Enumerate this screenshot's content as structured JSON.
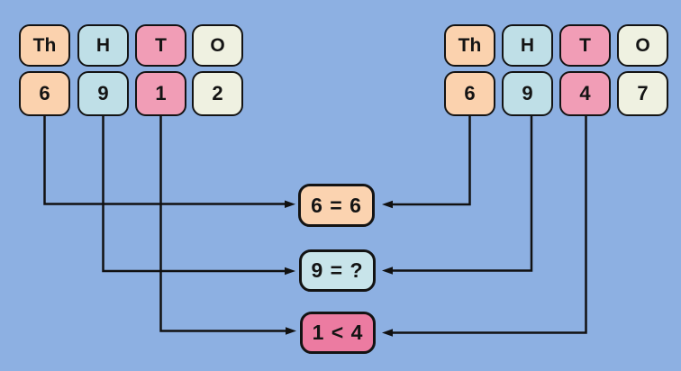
{
  "left_number": {
    "value": "6912",
    "place_headers": [
      "Th",
      "H",
      "T",
      "O"
    ],
    "digits": [
      "6",
      "9",
      "1",
      "2"
    ]
  },
  "right_number": {
    "value": "6947",
    "place_headers": [
      "Th",
      "H",
      "T",
      "O"
    ],
    "digits": [
      "6",
      "9",
      "4",
      "7"
    ]
  },
  "comparisons": [
    {
      "label": "6 = 6",
      "place": "thousands"
    },
    {
      "label": "9 = ?",
      "place": "hundreds"
    },
    {
      "label": "1 < 4",
      "place": "tens"
    }
  ],
  "colors": {
    "background": "#8DB0E2",
    "card_peach": "#FBD2AE",
    "card_blue": "#BFDFE7",
    "card_pink": "#F19DB6",
    "card_cream": "#EFF1E1",
    "box_peach": "#FBD3B0",
    "box_blue": "#C8E4EA",
    "box_pink": "#EC7BA1",
    "line": "#111111"
  }
}
